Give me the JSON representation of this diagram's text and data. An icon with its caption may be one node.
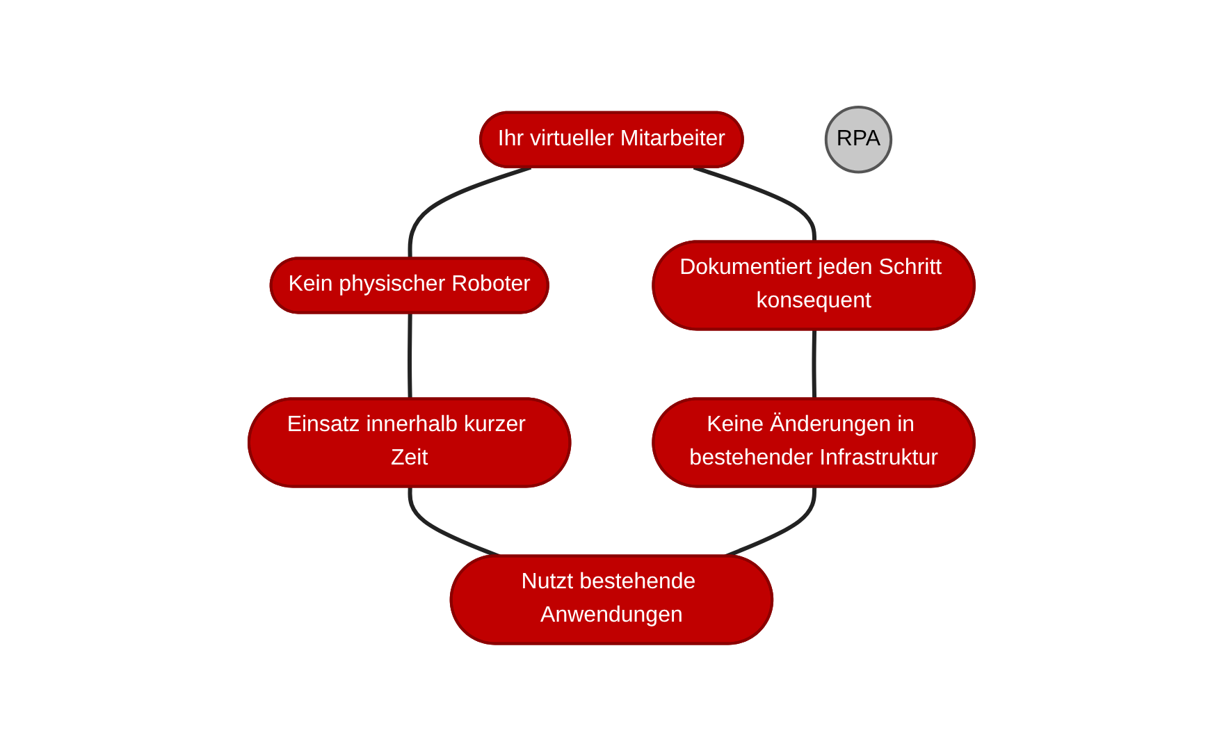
{
  "diagram": {
    "nodes": [
      {
        "text": [
          "Ihr virtueller Mitarbeiter"
        ]
      },
      {
        "text": [
          "Dokumentiert jeden Schritt konsequent"
        ]
      },
      {
        "text": [
          "Kein physischer Roboter"
        ]
      },
      {
        "text": [
          "RPA"
        ]
      },
      {
        "text": [
          "Keine Änderungen in bestehender Infrastruktur"
        ]
      },
      {
        "text": [
          "Einsatz innerhalb kurzer Zeit"
        ]
      },
      {
        "text": [
          "Nutzt bestehende Anwendungen"
        ]
      }
    ],
    "edges": [
      {
        "from": 0,
        "to": 2,
        "arrow": "none"
      },
      {
        "from": 2,
        "to": 5,
        "arrow": "none"
      },
      {
        "from": 5,
        "to": 6,
        "arrow": "none"
      },
      {
        "from": 0,
        "to": 1,
        "arrow": "none"
      },
      {
        "from": 1,
        "to": 4,
        "arrow": "none"
      },
      {
        "from": 4,
        "to": 6,
        "arrow": "none"
      }
    ]
  }
}
